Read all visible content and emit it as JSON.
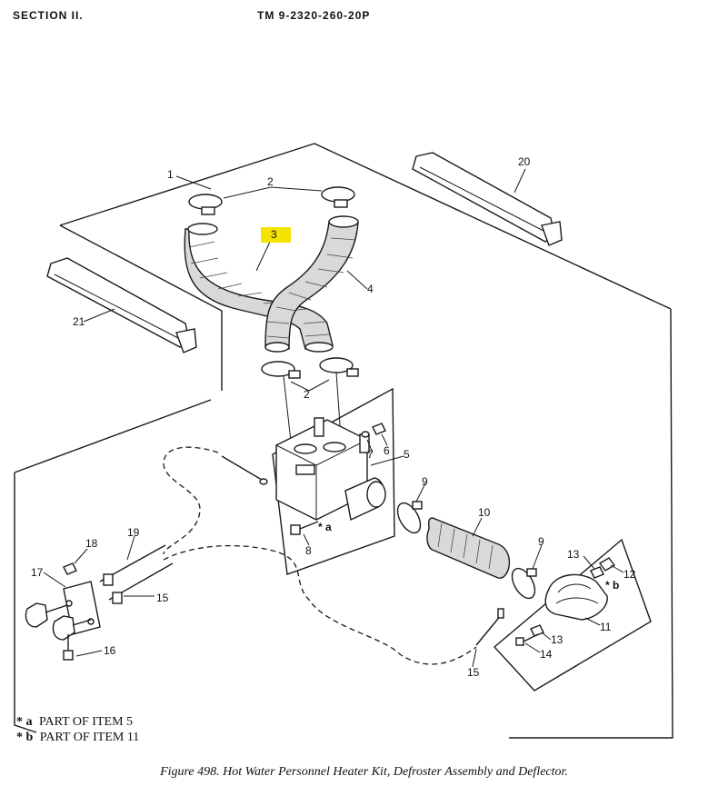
{
  "header": {
    "section": "SECTION II.",
    "tm": "TM 9-2320-260-20P"
  },
  "callouts": {
    "c1": "1",
    "c2a": "2",
    "c2b": "2",
    "c3": "3",
    "c4": "4",
    "c5": "5",
    "c6": "6",
    "c7": "7",
    "c8": "8",
    "c9a": "9",
    "c9b": "9",
    "c10": "10",
    "c11": "11",
    "c12": "12",
    "c13a": "13",
    "c13b": "13",
    "c14": "14",
    "c15a": "15",
    "c15b": "15",
    "c16": "16",
    "c17": "17",
    "c18": "18",
    "c19": "19",
    "c20": "20",
    "c21": "21",
    "star_a": "* a",
    "star_b": "* b"
  },
  "highlight": {
    "item": "3",
    "color": "#f5e300"
  },
  "legend": [
    {
      "mark": "* a",
      "text": "PART OF ITEM 5"
    },
    {
      "mark": "* b",
      "text": "PART OF ITEM 11"
    }
  ],
  "caption": "Figure 498.  Hot Water Personnel Heater Kit, Defroster Assembly  and Deflector."
}
